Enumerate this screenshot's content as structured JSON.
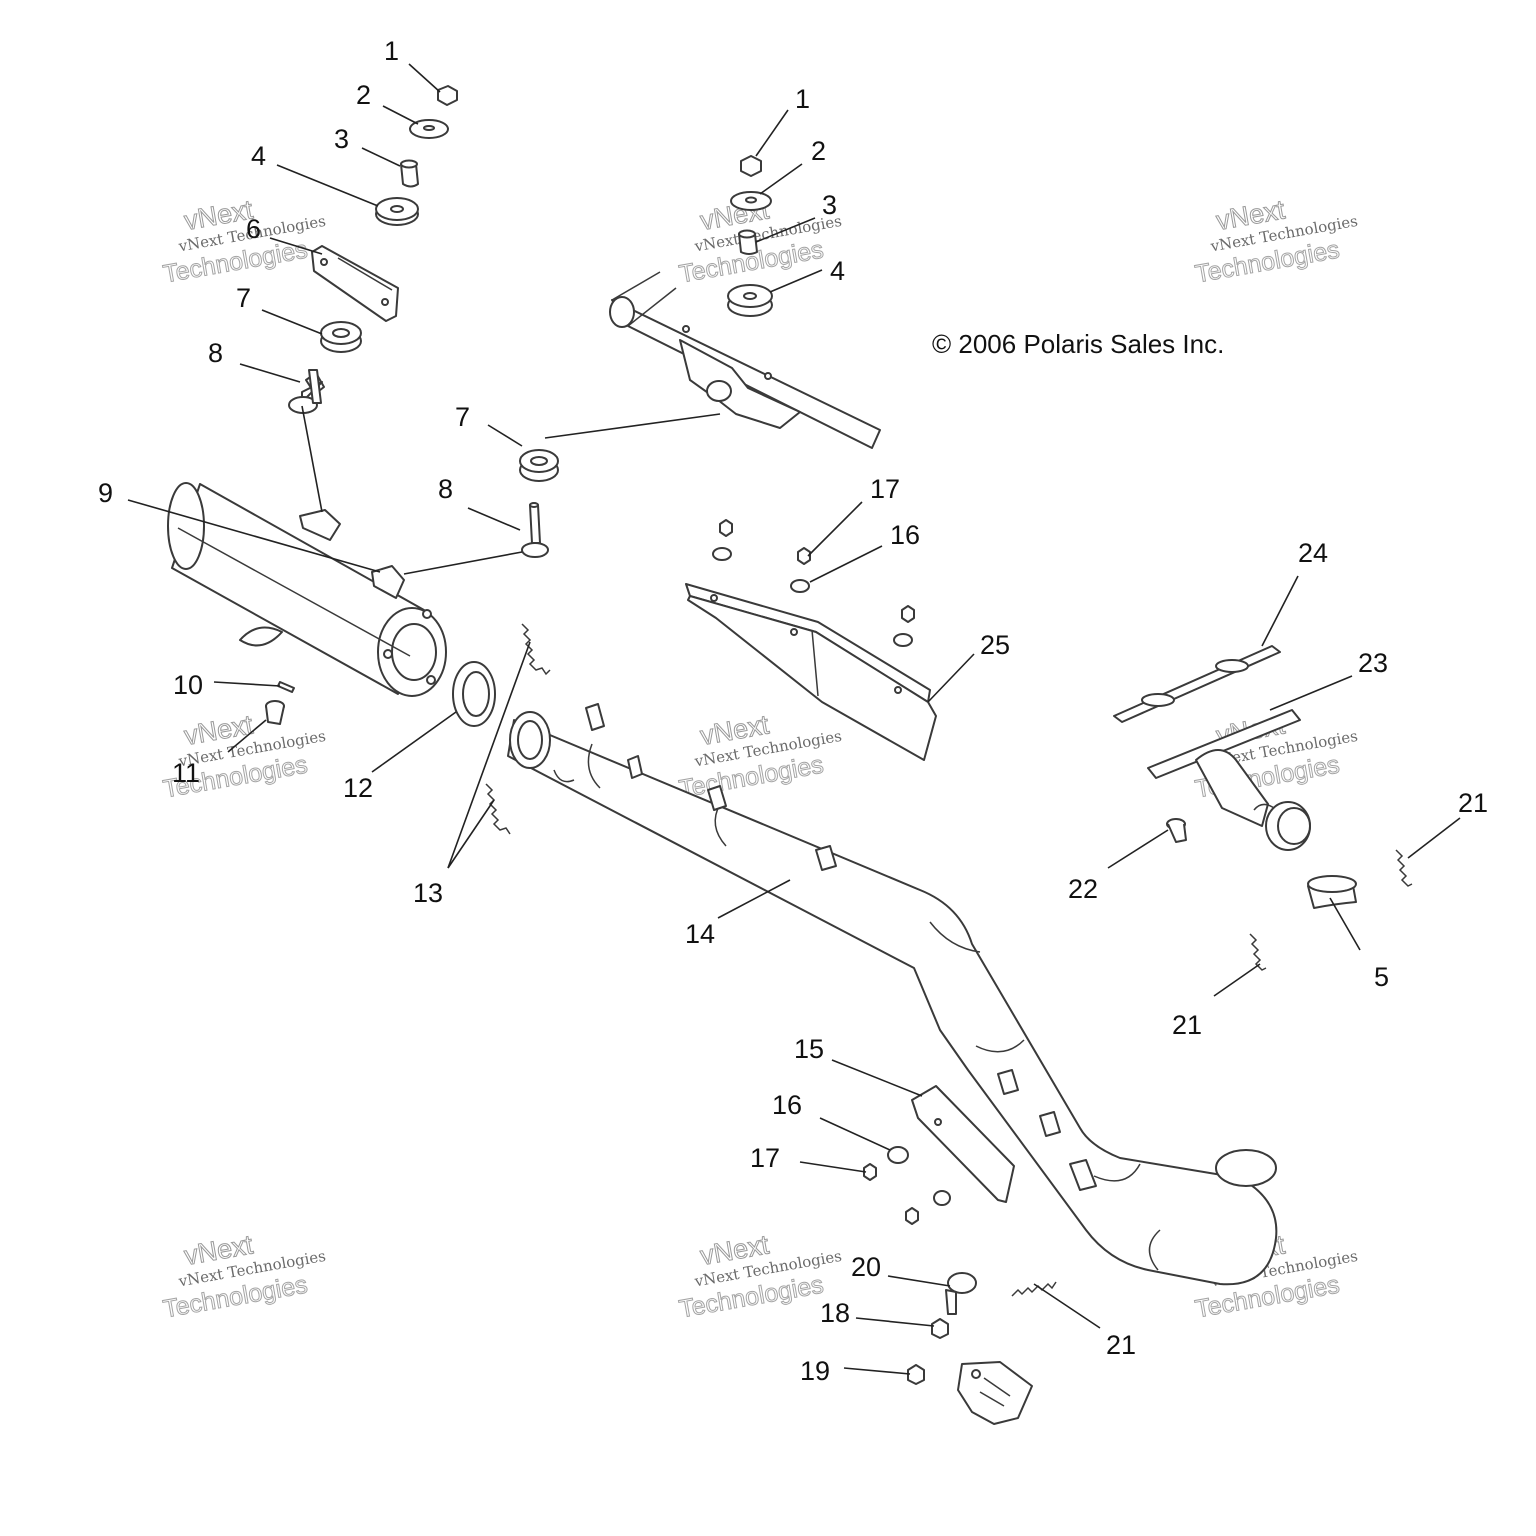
{
  "copyright": "© 2006 Polaris Sales Inc.",
  "watermark": {
    "line1": "vNext",
    "line2": "vNext Technologies",
    "line3": "Technologies"
  },
  "callouts": {
    "c1a": "1",
    "c1b": "1",
    "c2a": "2",
    "c2b": "2",
    "c3a": "3",
    "c3b": "3",
    "c4a": "4",
    "c4b": "4",
    "c5": "5",
    "c6": "6",
    "c7a": "7",
    "c7b": "7",
    "c8a": "8",
    "c8b": "8",
    "c9": "9",
    "c10": "10",
    "c11": "11",
    "c12": "12",
    "c13": "13",
    "c14": "14",
    "c15": "15",
    "c16a": "16",
    "c16b": "16",
    "c17a": "17",
    "c17b": "17",
    "c18": "18",
    "c19": "19",
    "c20": "20",
    "c21a": "21",
    "c21b": "21",
    "c21c": "21",
    "c22": "22",
    "c23": "23",
    "c24": "24",
    "c25": "25"
  }
}
